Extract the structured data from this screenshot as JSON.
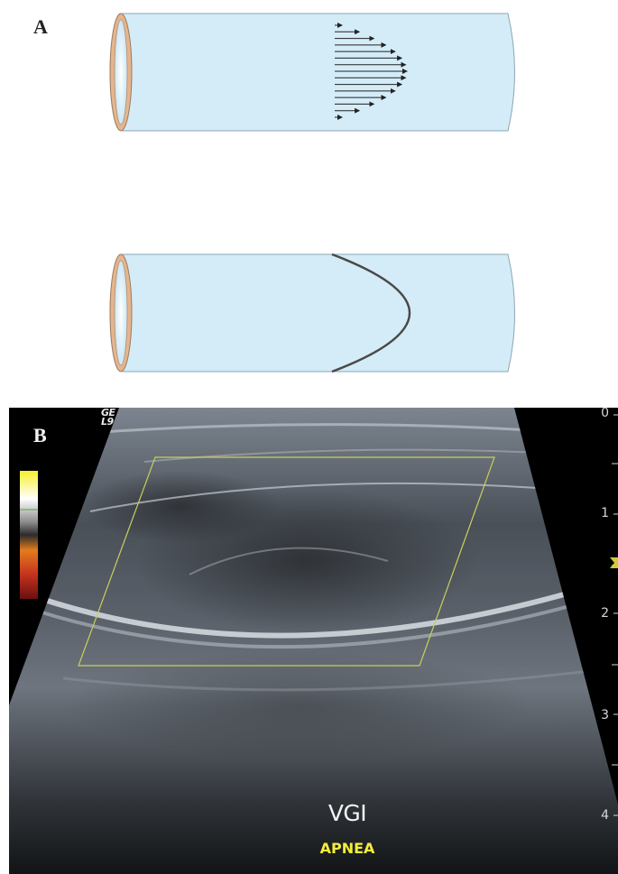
{
  "panels": {
    "a": {
      "label": "A"
    },
    "b": {
      "label": "B"
    }
  },
  "ultrasound": {
    "vendor_logo": [
      "GE",
      "L9"
    ],
    "mode_label": "VGI",
    "status_label": "APNEA",
    "depth_scale": [
      "0",
      "1",
      "2",
      "3",
      "4"
    ],
    "colorbar": [
      "#f7ef2c",
      "#ffffff",
      "#8c8c8c",
      "#2b2b2b",
      "#e27c1d",
      "#c8361e",
      "#6b0f10"
    ]
  },
  "colors": {
    "vessel_fill": "#d4ecf8",
    "vessel_wall": "#e4b58e",
    "roi_box": "#c9cf5a",
    "depth_text": "#d8d8d8",
    "status_text": "#f3ee3a"
  }
}
